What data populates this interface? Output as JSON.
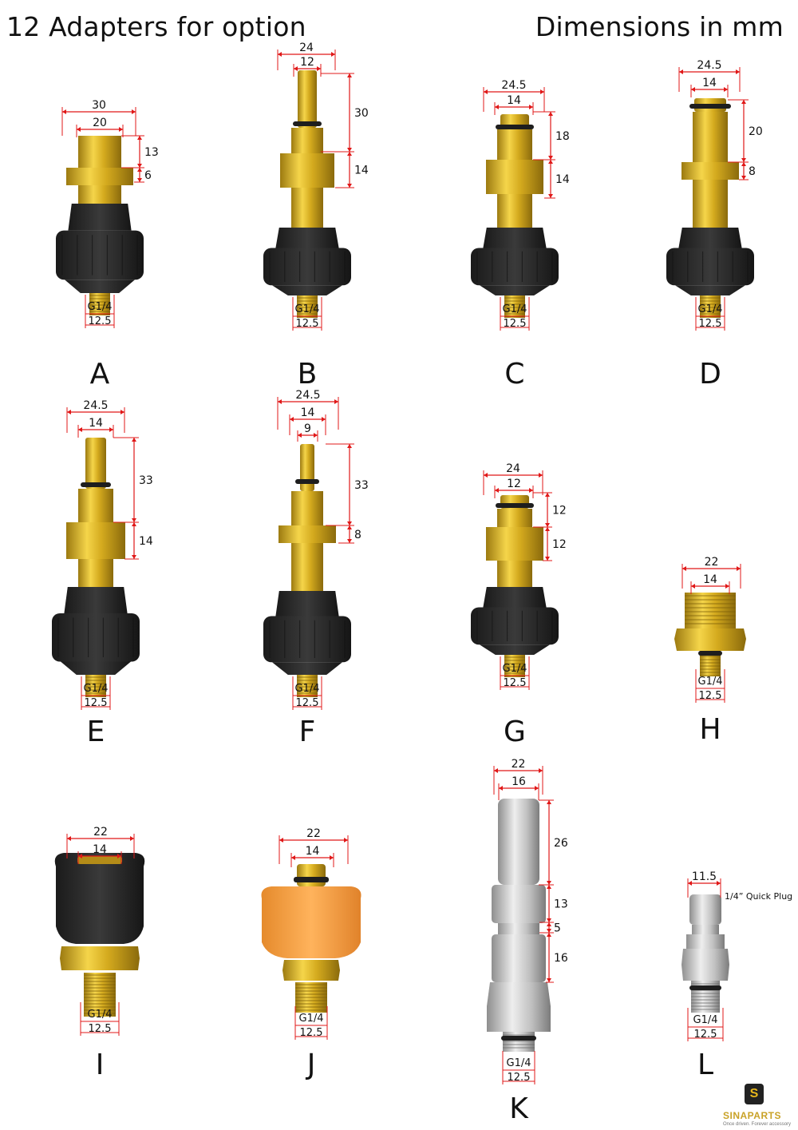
{
  "header": {
    "left": "12 Adapters for option",
    "right": "Dimensions in mm"
  },
  "colors": {
    "brass": "#d4aa1e",
    "brass_dark": "#9c7a10",
    "black_nut": "#2a2a2a",
    "orange_nut": "#f7a54a",
    "steel": "#c8c8c8",
    "dim_line": "#e01818"
  },
  "note_k_l": "1/4” Quick Plug",
  "logo": {
    "name": "SINAPARTS",
    "tagline": "Once driven. Forever accessory",
    "badge": "S"
  },
  "adapters": [
    {
      "letter": "A",
      "thread": "G1/4",
      "thread_dia": "12.5",
      "widths": [
        "30",
        "20"
      ],
      "heights": [
        "13",
        "6"
      ]
    },
    {
      "letter": "B",
      "thread": "G1/4",
      "thread_dia": "12.5",
      "widths": [
        "24",
        "12"
      ],
      "heights": [
        "30",
        "14"
      ]
    },
    {
      "letter": "C",
      "thread": "G1/4",
      "thread_dia": "12.5",
      "widths": [
        "24.5",
        "14"
      ],
      "heights": [
        "18",
        "14"
      ]
    },
    {
      "letter": "D",
      "thread": "G1/4",
      "thread_dia": "12.5",
      "widths": [
        "24.5",
        "14"
      ],
      "heights": [
        "20",
        "8"
      ]
    },
    {
      "letter": "E",
      "thread": "G1/4",
      "thread_dia": "12.5",
      "widths": [
        "24.5",
        "14"
      ],
      "heights": [
        "33",
        "14"
      ]
    },
    {
      "letter": "F",
      "thread": "G1/4",
      "thread_dia": "12.5",
      "widths": [
        "24.5",
        "14",
        "9"
      ],
      "heights": [
        "33",
        "8"
      ]
    },
    {
      "letter": "G",
      "thread": "G1/4",
      "thread_dia": "12.5",
      "widths": [
        "24",
        "12"
      ],
      "heights": [
        "12",
        "12"
      ]
    },
    {
      "letter": "H",
      "thread": "G1/4",
      "thread_dia": "12.5",
      "widths": [
        "22",
        "14"
      ],
      "heights": []
    },
    {
      "letter": "I",
      "thread": "G1/4",
      "thread_dia": "12.5",
      "widths": [
        "22",
        "14"
      ],
      "heights": []
    },
    {
      "letter": "J",
      "thread": "G1/4",
      "thread_dia": "12.5",
      "widths": [
        "22",
        "14"
      ],
      "heights": []
    },
    {
      "letter": "K",
      "thread": "G1/4",
      "thread_dia": "12.5",
      "widths": [
        "22",
        "16"
      ],
      "heights": [
        "26",
        "13",
        "5",
        "16"
      ]
    },
    {
      "letter": "L",
      "thread": "G1/4",
      "thread_dia": "12.5",
      "widths": [
        "11.5"
      ],
      "heights": []
    }
  ]
}
